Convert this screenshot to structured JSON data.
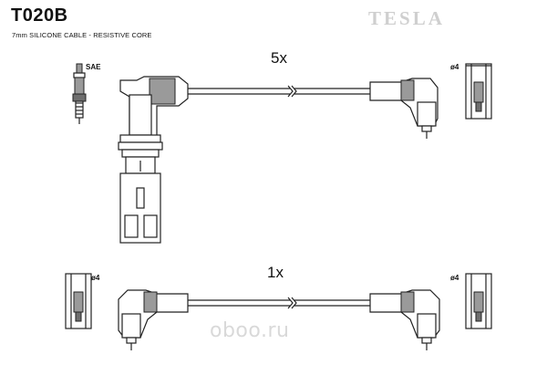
{
  "header": {
    "part_number": "T020B",
    "description": "7mm SILICONE CABLE - RESISTIVE CORE",
    "brand": "TESLA"
  },
  "cables": {
    "top_quantity": "5x",
    "bottom_quantity": "1x"
  },
  "labels": {
    "plug_standard": "SAE",
    "terminal_top_right": "ø4",
    "terminal_bottom_left": "ø4",
    "terminal_bottom_right": "ø4"
  },
  "watermark": "oboo.ru"
}
